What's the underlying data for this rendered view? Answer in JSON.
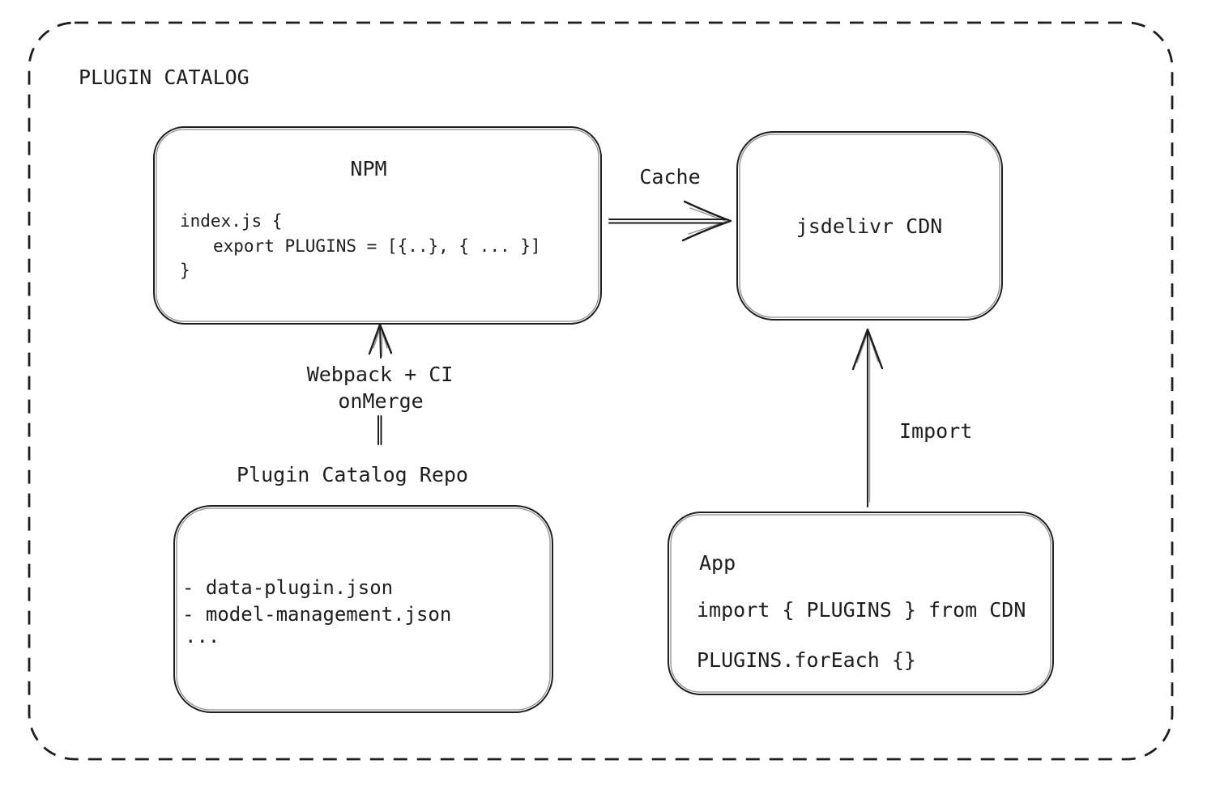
{
  "colors": {
    "stroke": "#1e1e1e",
    "background": "#ffffff"
  },
  "container": {
    "title": "PLUGIN CATALOG"
  },
  "nodes": {
    "npm": {
      "title": "NPM",
      "code": [
        "index.js {",
        "export PLUGINS = [{..}, { ... }]",
        "}"
      ]
    },
    "cdn": {
      "label": "jsdelivr CDN"
    },
    "repo": {
      "label": "Plugin Catalog Repo",
      "files": [
        "- data-plugin.json",
        "- model-management.json",
        "..."
      ]
    },
    "app": {
      "title": "App",
      "code": [
        "import { PLUGINS } from CDN",
        "PLUGINS.forEach {}"
      ]
    }
  },
  "edges": {
    "cache": {
      "label": "Cache"
    },
    "build": {
      "label": [
        "Webpack + CI",
        "onMerge"
      ]
    },
    "import": {
      "label": "Import"
    }
  }
}
